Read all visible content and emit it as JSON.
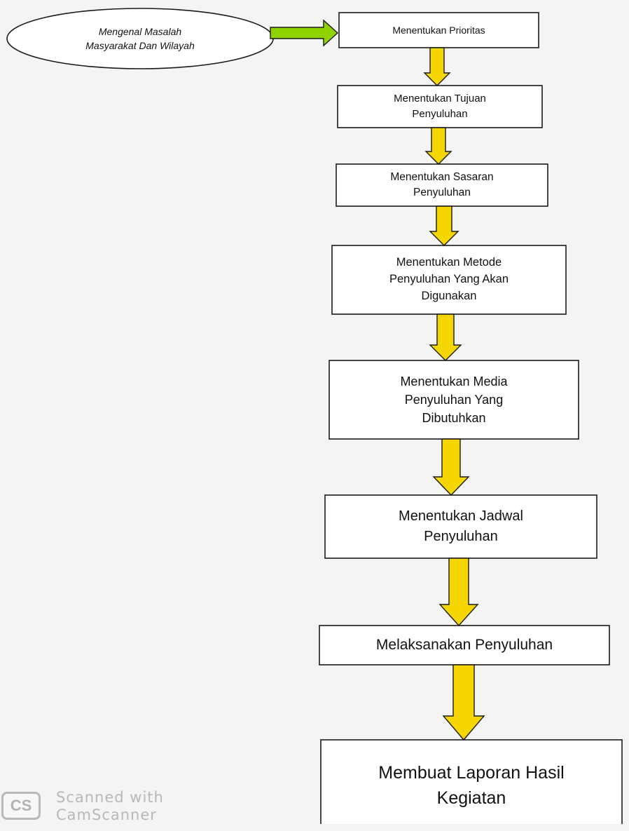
{
  "diagram": {
    "start": {
      "lines": [
        "Mengenal Masalah",
        "Masyarakat Dan Wilayah"
      ]
    },
    "steps": [
      {
        "lines": [
          "Menentukan Prioritas"
        ]
      },
      {
        "lines": [
          "Menentukan Tujuan",
          "Penyuluhan"
        ]
      },
      {
        "lines": [
          "Menentukan Sasaran",
          "Penyuluhan"
        ]
      },
      {
        "lines": [
          "Menentukan Metode",
          "Penyuluhan Yang Akan",
          "Digunakan"
        ]
      },
      {
        "lines": [
          "Menentukan Media",
          "Penyuluhan Yang",
          "Dibutuhkan"
        ]
      },
      {
        "lines": [
          "Menentukan Jadwal",
          "Penyuluhan"
        ]
      },
      {
        "lines": [
          "Melaksanakan Penyuluhan"
        ]
      },
      {
        "lines": [
          "Membuat Laporan Hasil",
          "Kegiatan"
        ]
      }
    ],
    "colors": {
      "arrow_down_fill": "#f5d600",
      "arrow_right_fill": "#8fd400",
      "border": "#1a1a1a",
      "box_fill": "#ffffff"
    }
  },
  "watermark": {
    "logo": "CS",
    "line1": "Scanned with",
    "line2": "CamScanner"
  }
}
